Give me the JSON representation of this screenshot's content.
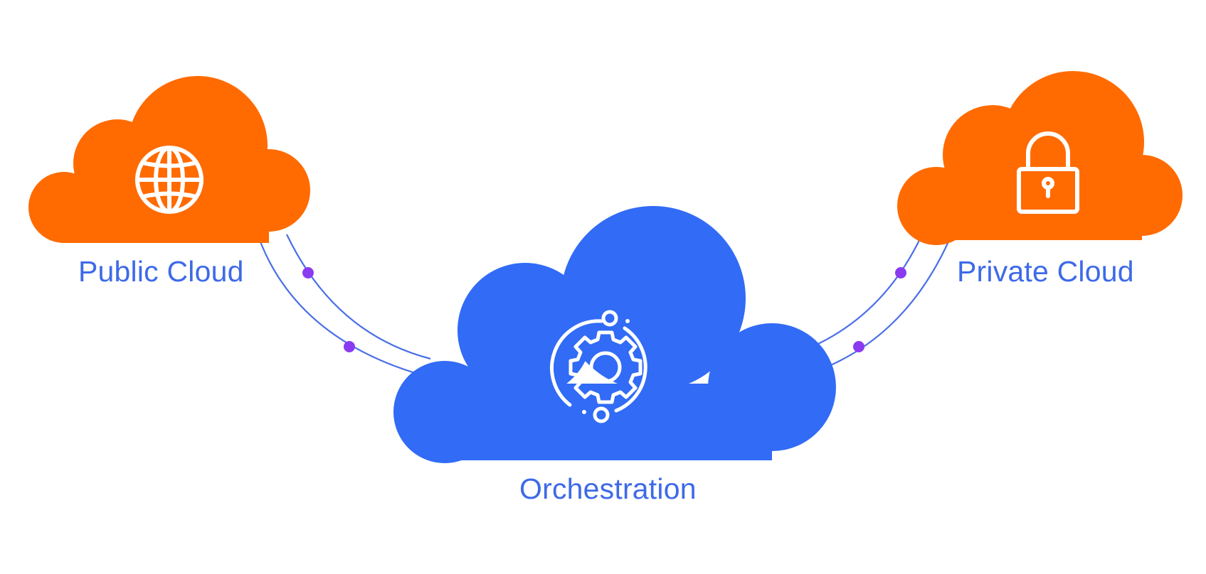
{
  "colors": {
    "public_cloud": "#FF6B00",
    "private_cloud": "#FF6B00",
    "orchestration_cloud": "#316BF6",
    "connector_line": "#4A6FE6",
    "connector_dot": "#8A3BF0",
    "label_text": "#3E6AE8",
    "icon_stroke": "#FFFFFF"
  },
  "nodes": {
    "public_cloud": {
      "label": "Public Cloud",
      "icon": "globe-icon"
    },
    "private_cloud": {
      "label": "Private Cloud",
      "icon": "padlock-icon"
    },
    "orchestration": {
      "label": "Orchestration",
      "icon": "gear-cycle-icon"
    }
  },
  "edges": [
    {
      "from": "public_cloud",
      "to": "orchestration",
      "lines": 2,
      "markers_per_line": 1
    },
    {
      "from": "private_cloud",
      "to": "orchestration",
      "lines": 2,
      "markers_per_line": 1
    }
  ]
}
